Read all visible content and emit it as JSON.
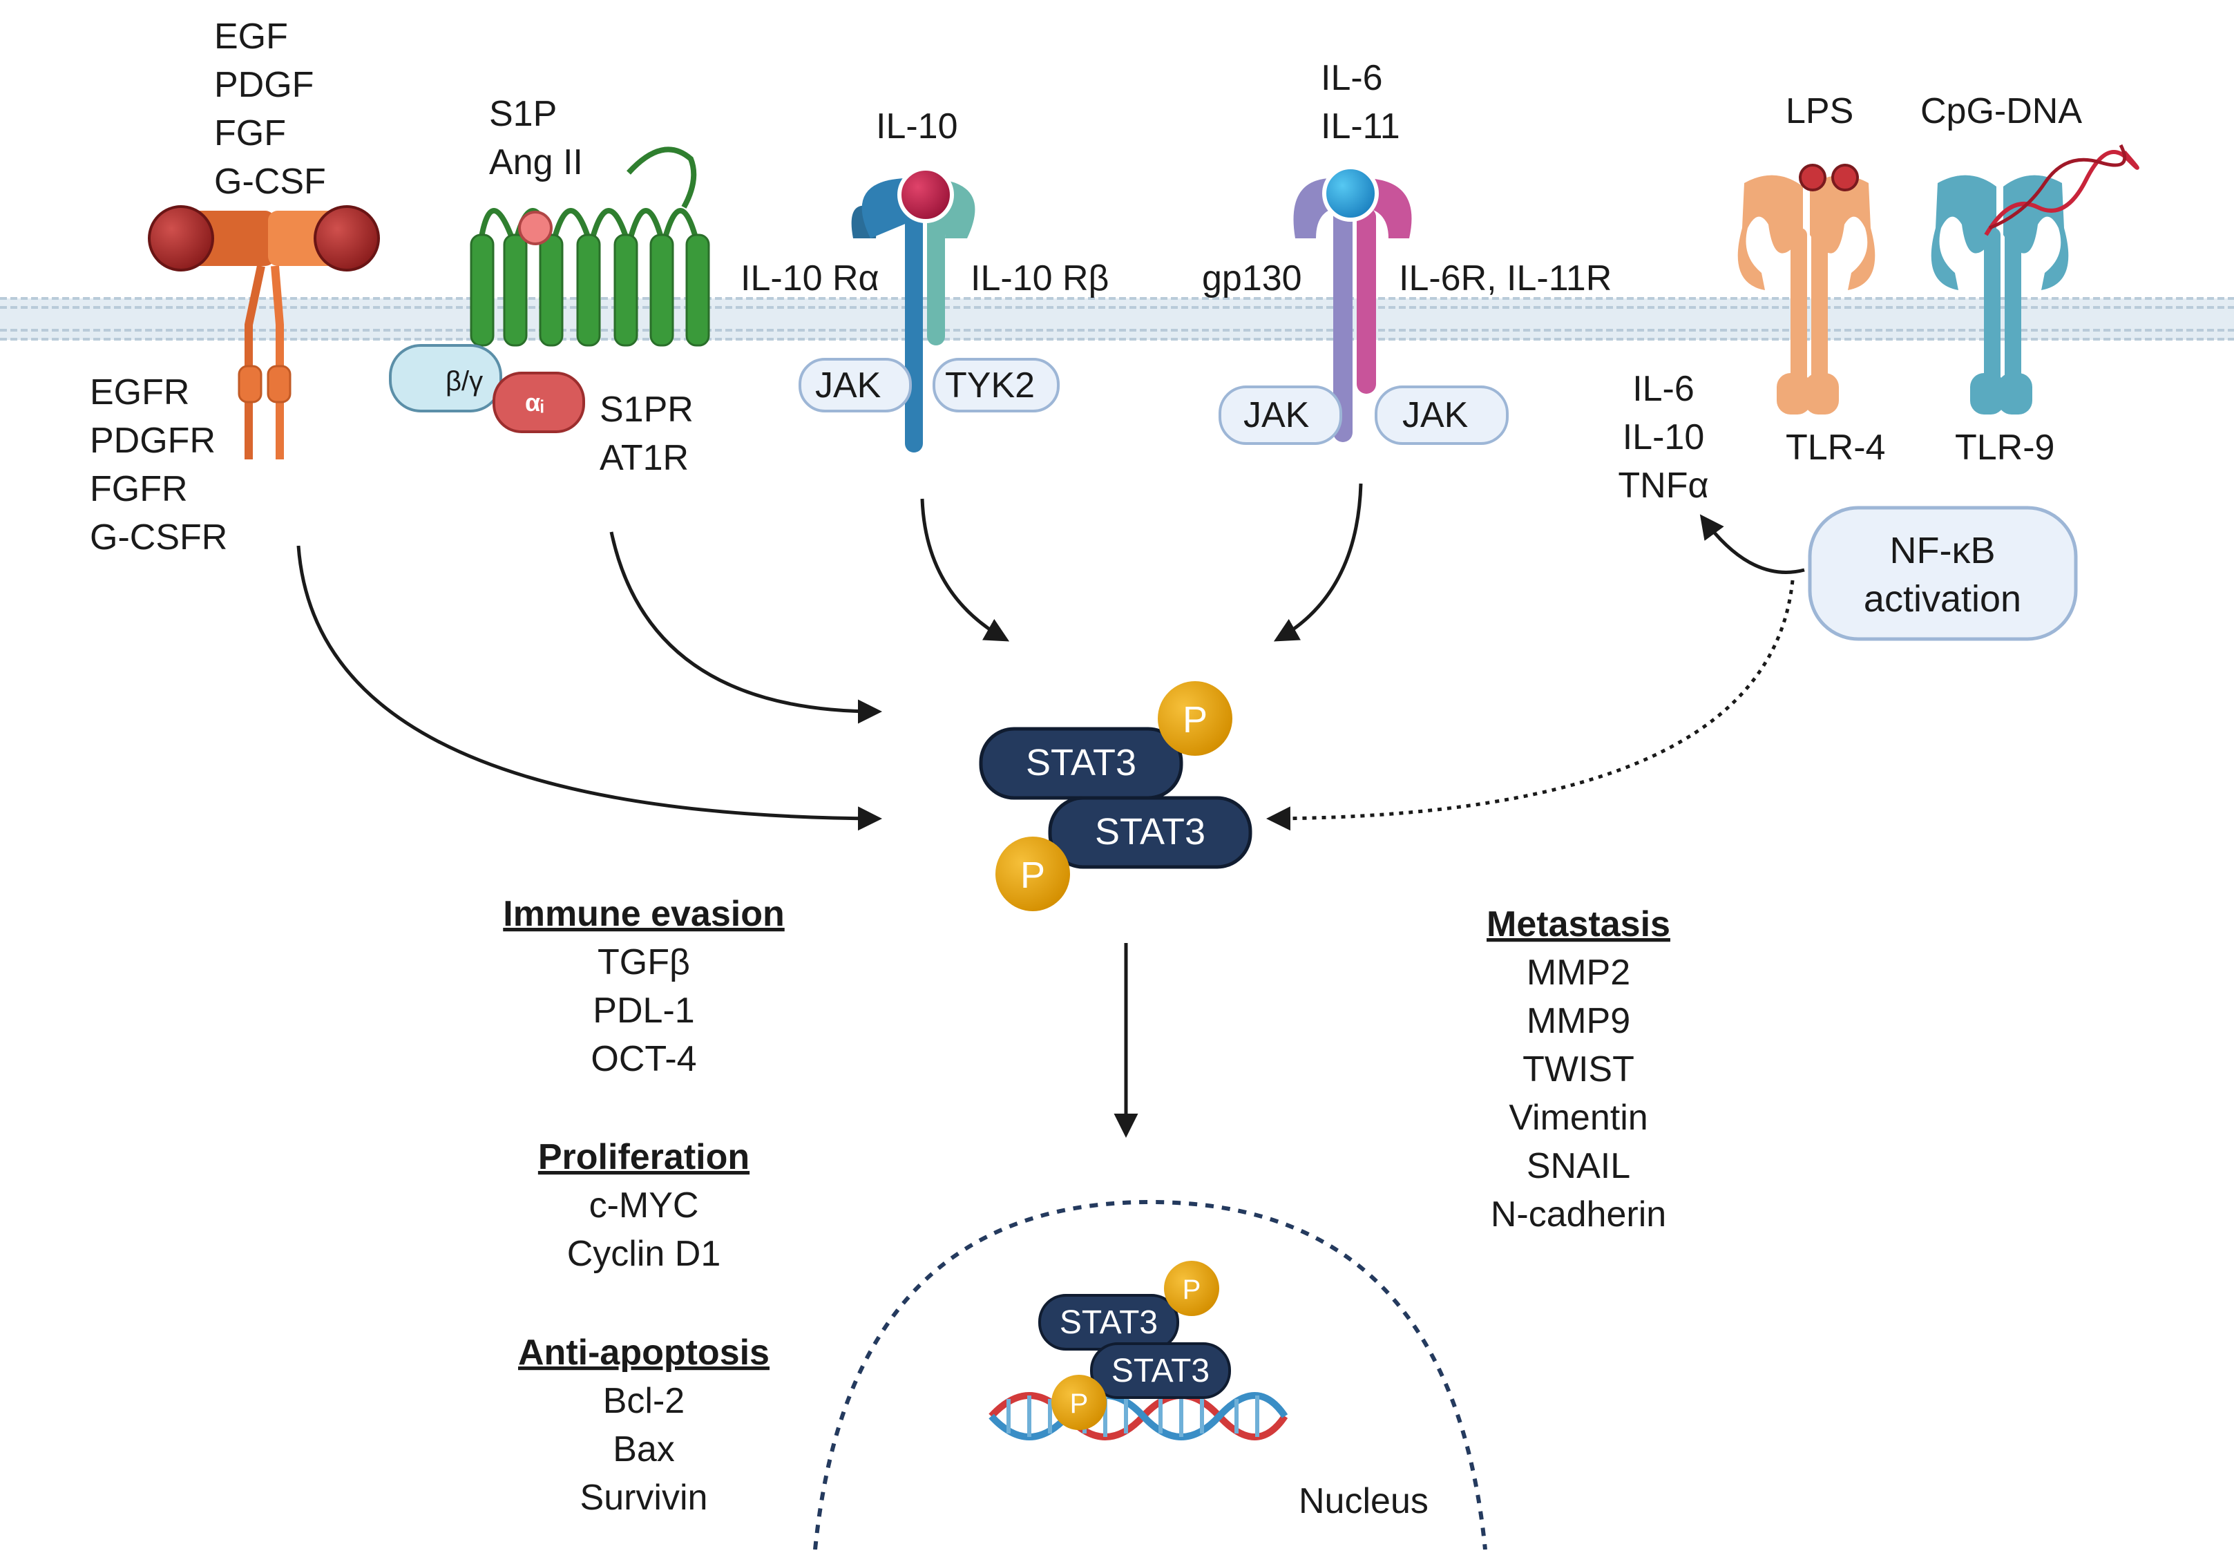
{
  "colors": {
    "stat3": "#243a5e",
    "phospho": "#e5a00d",
    "membrane": "#b9cbd9",
    "rtk": "#e8763a",
    "ligand_dark_red": "#9c2524",
    "gpcr_green": "#3a9a3a",
    "il10_blue": "#2f7fb3",
    "il10_teal": "#6cb8ae",
    "gp130_purple": "#8f88c4",
    "il6r_magenta": "#c8549a",
    "tlr4_orange": "#f0aa78",
    "tlr9_teal": "#5aaac0",
    "nucleus_border": "#243a5e",
    "pill_fill": "#eaf1fa",
    "pill_border": "#9db6d6"
  },
  "ligands": {
    "rtk": [
      "EGF",
      "PDGF",
      "FGF",
      "G-CSF"
    ],
    "gpcr": [
      "S1P",
      "Ang II"
    ],
    "il10": [
      "IL-10"
    ],
    "il6": [
      "IL-6",
      "IL-11"
    ],
    "lps": "LPS",
    "cpg": "CpG-DNA"
  },
  "receptors": {
    "rtk": [
      "EGFR",
      "PDGFR",
      "FGFR",
      "G-CSFR"
    ],
    "gpcr": [
      "S1PR",
      "AT1R"
    ],
    "g_beta_gamma": "β/γ",
    "g_alpha_i": "αᵢ",
    "il10_alpha": "IL-10 Rα",
    "il10_beta": "IL-10 Rβ",
    "jak": "JAK",
    "tyk2": "TYK2",
    "gp130": "gp130",
    "il6r": "IL-6R, IL-11R",
    "tlr4": "TLR-4",
    "tlr9": "TLR-9"
  },
  "nfkb": {
    "line1": "NF-κB",
    "line2": "activation",
    "cytokines": [
      "IL-6",
      "IL-10",
      "TNFα"
    ]
  },
  "stat3": {
    "label": "STAT3",
    "phospho": "P"
  },
  "outcomes": {
    "immune": {
      "title": "Immune evasion",
      "items": [
        "TGFβ",
        "PDL-1",
        "OCT-4"
      ]
    },
    "prolif": {
      "title": "Proliferation",
      "items": [
        "c-MYC",
        "Cyclin D1"
      ]
    },
    "apopt": {
      "title": "Anti-apoptosis",
      "items": [
        "Bcl-2",
        "Bax",
        "Survivin"
      ]
    },
    "metastasis": {
      "title": "Metastasis",
      "items": [
        "MMP2",
        "MMP9",
        "TWIST",
        "Vimentin",
        "SNAIL",
        "N-cadherin"
      ]
    }
  },
  "nucleus": {
    "label": "Nucleus"
  }
}
